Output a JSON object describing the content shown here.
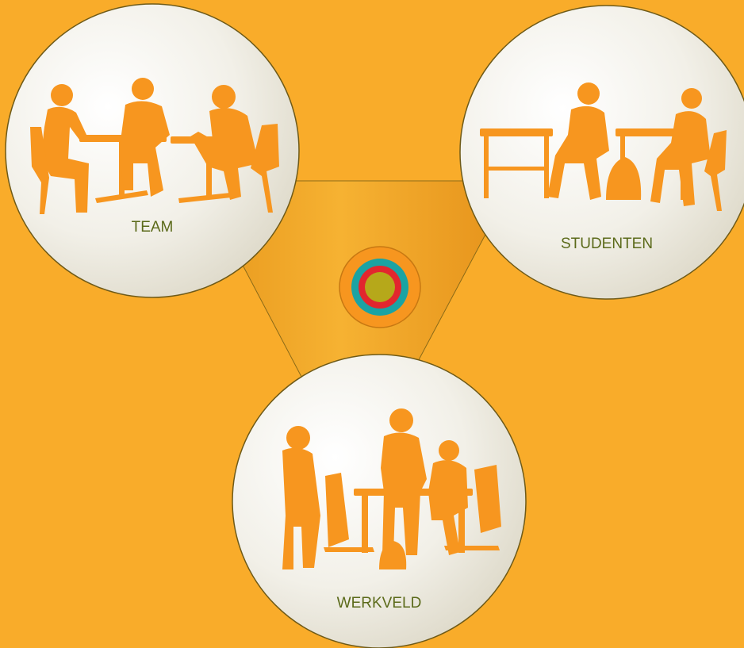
{
  "colors": {
    "background": "#f9ac2a",
    "silhouette": "#f7961f",
    "circle_fill": "#f3f1ea",
    "circle_stroke": "#6e5a18",
    "label_text": "#5b6a1a",
    "triangle_light": "#f6b232",
    "triangle_dark": "#e7971c",
    "target_outer": "#f7961f",
    "target_teal": "#1aa3a3",
    "target_red": "#e2262e",
    "target_center": "#b6a81a"
  },
  "nodes": [
    {
      "id": "team",
      "label": "TEAM",
      "scene": "three people seated at tables"
    },
    {
      "id": "studenten",
      "label": "STUDENTEN",
      "scene": "two students at desks"
    },
    {
      "id": "werkveld",
      "label": "WERKVELD",
      "scene": "group standing and sitting at table"
    }
  ],
  "center_icon": "target-icon"
}
